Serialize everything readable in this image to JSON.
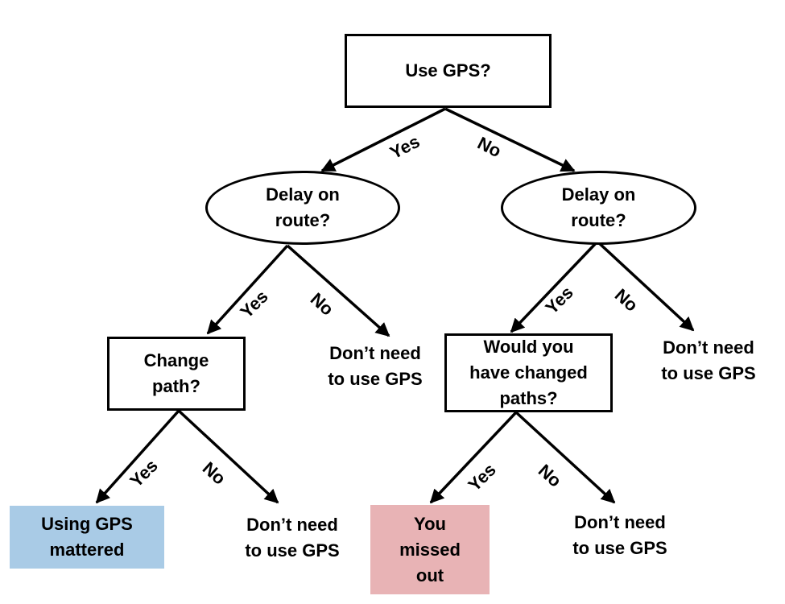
{
  "nodes": {
    "root": "Use GPS?",
    "delay_left": "Delay on\nroute?",
    "delay_right": "Delay on\nroute?",
    "change_path": "Change\npath?",
    "dont_need_1": "Don’t need\nto use GPS",
    "would_change": "Would you\nhave changed\npaths?",
    "dont_need_2": "Don’t need\nto use GPS",
    "using_gps": "Using GPS\nmattered",
    "dont_need_3": "Don’t need\nto use GPS",
    "missed_out": "You\nmissed\nout",
    "dont_need_4": "Don’t need\nto use GPS"
  },
  "edges": {
    "yes": "Yes",
    "no": "No"
  },
  "colors": {
    "using_gps_fill": "#a9cbe6",
    "missed_out_fill": "#e8b3b5"
  }
}
